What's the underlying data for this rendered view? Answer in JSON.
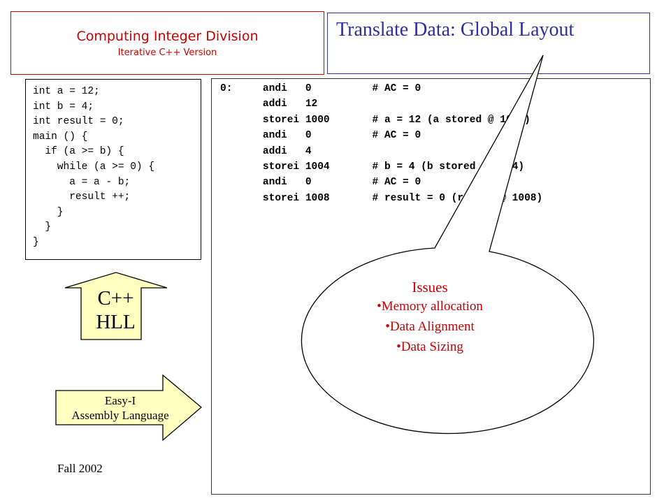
{
  "header": {
    "title": "Computing Integer Division",
    "subtitle": "Iterative C++ Version"
  },
  "slide_title": "Translate Data: Global Layout",
  "cpp_code": [
    "int a = 12;",
    "int b = 4;",
    "int result = 0;",
    "main () {",
    "  if (a >= b) {",
    "    while (a >= 0) {",
    "      a = a - b;",
    "      result ++;",
    "    }",
    "  }",
    "}"
  ],
  "asm_lines": [
    "0:     andi   0          # AC = 0",
    "       addi   12",
    "       storei 1000       # a = 12 (a stored @ 1000)",
    "       andi   0          # AC = 0",
    "       addi   4",
    "       storei 1004       # b = 4 (b stored @ 1004)",
    "       andi   0          # AC = 0",
    "       storei 1008       # result = 0 (result @ 1008)"
  ],
  "issues": {
    "title": "Issues",
    "items": [
      "•Memory allocation",
      "•Data Alignment",
      "•Data Sizing"
    ]
  },
  "cpp_arrow": {
    "line1": "C++",
    "line2": "HLL"
  },
  "easy_arrow": {
    "line1": "Easy-I",
    "line2": "Assembly Language"
  },
  "footer": "Fall 2002",
  "colors": {
    "accent_red": "#cc0000",
    "title_blue": "#2e2e9e",
    "arrow_fill": "#ffffc0"
  }
}
